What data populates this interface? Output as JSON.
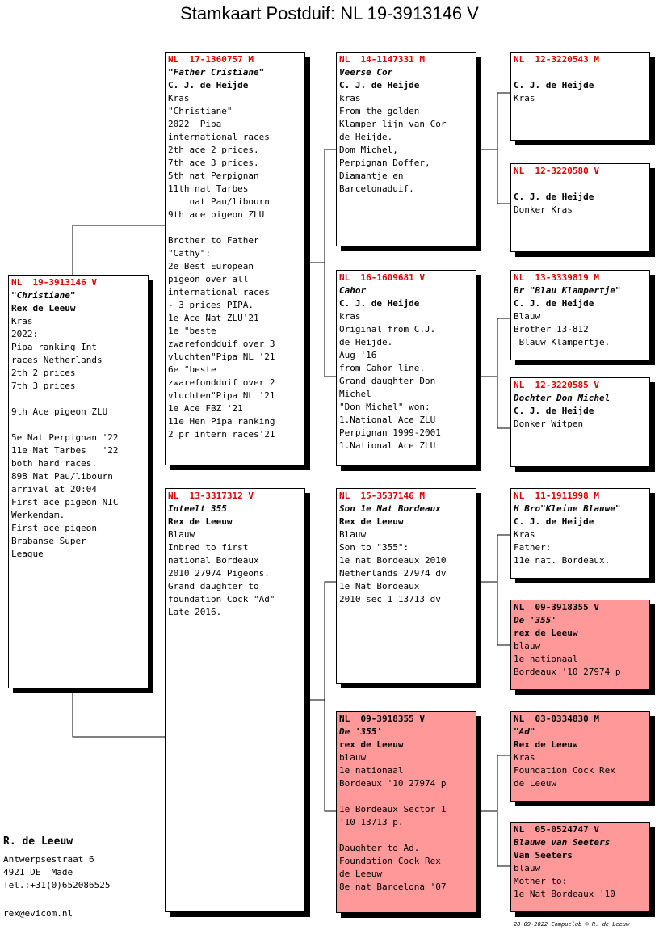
{
  "title": "Stamkaart Postduif: NL  19-3913146 V",
  "pigeons": [
    {
      "id": "p0",
      "ring": "NL  19-3913146 V",
      "name": "\"Christiane\"",
      "breeder": "Rex de Leeuw",
      "lines": [
        "Kras",
        "2022:",
        "Pipa ranking Int",
        "races Netherlands",
        "2th 2 prices",
        "7th 3 prices",
        "",
        "9th Ace pigeon ZLU",
        "",
        "5e Nat Perpignan '22",
        "11e Nat Tarbes   '22",
        "both hard races.",
        "898 Nat Pau/libourn",
        "arrival at 20:04",
        "First ace pigeon NIC",
        "Werkendam.",
        "First ace pigeon",
        "Brabanse Super",
        "League"
      ]
    },
    {
      "id": "p1",
      "ring": "NL  17-1360757 M",
      "name": "\"Father Cristiane\"",
      "breeder": "C. J. de Heijde",
      "lines": [
        "Kras",
        "\"Christiane\"",
        "2022  Pipa",
        "international races",
        "2th ace 2 prices.",
        "7th ace 3 prices.",
        "5th nat Perpignan",
        "11th nat Tarbes",
        "    nat Pau/libourn",
        "9th ace pigeon ZLU",
        "",
        "Brother to Father",
        "\"Cathy\":",
        "2e Best European",
        "pigeon over all",
        "international races",
        "- 3 prices PIPA.",
        "1e Ace Nat ZLU'21",
        "1e \"beste",
        "zwarefondduif over 3",
        "vluchten\"Pipa NL '21",
        "6e \"beste",
        "zwarefondduif over 2",
        "vluchten\"Pipa NL '21",
        "1e Ace FBZ '21",
        "11e Hen Pipa ranking",
        "2 pr intern races'21"
      ]
    },
    {
      "id": "p2",
      "ring": "NL  13-3317312 V",
      "name": "Inteelt 355",
      "breeder": "Rex de Leeuw",
      "lines": [
        "Blauw",
        "Inbred to first",
        "national Bordeaux",
        "2010 27974 Pigeons.",
        "Grand daughter to",
        "foundation Cock \"Ad\"",
        "Late 2016."
      ]
    },
    {
      "id": "p3",
      "ring": "NL  14-1147331 M",
      "name": "Veerse Cor",
      "breeder": "C. J. de Heijde",
      "lines": [
        "kras",
        "From the golden",
        "Klamper lijn van Cor",
        "de Heijde.",
        "Dom Michel,",
        "Perpignan Doffer,",
        "Diamantje en",
        "Barcelonaduif."
      ]
    },
    {
      "id": "p4",
      "ring": "NL  16-1609681 V",
      "name": "Cahor",
      "breeder": "C. J. de Heijde",
      "lines": [
        "kras",
        "Original from C.J.",
        "de Heijde.",
        "Aug '16",
        "from Cahor line.",
        "Grand daughter Don",
        "Michel",
        "\"Don Michel\" won:",
        "1.National Ace ZLU",
        "Perpignan 1999-2001",
        "1.National Ace ZLU"
      ]
    },
    {
      "id": "p5",
      "ring": "NL  15-3537146 M",
      "name": "Son 1e Nat Bordeaux",
      "breeder": "Rex de Leeuw",
      "lines": [
        "Blauw",
        "Son to \"355\":",
        "1e nat Bordeaux 2010",
        "Netherlands 27974 dv",
        "1e Nat Bordeaux",
        "2010 sec 1 13713 dv"
      ]
    },
    {
      "id": "p6",
      "ring": "NL  09-3918355 V",
      "name": "De '355'",
      "breeder": "rex de Leeuw",
      "lines": [
        "blauw",
        "1e nationaal",
        "Bordeaux '10 27974 p",
        "",
        "1e Bordeaux Sector 1",
        "'10 13713 p.",
        "",
        "Daughter to Ad.",
        "Foundation Cock Rex",
        "de Leeuw",
        "8e nat Barcelona '07"
      ]
    },
    {
      "id": "p7",
      "ring": "NL  12-3220543 M",
      "name": "",
      "breeder": "C. J. de Heijde",
      "lines": [
        "Kras"
      ]
    },
    {
      "id": "p8",
      "ring": "NL  12-3220580 V",
      "name": "",
      "breeder": "C. J. de Heijde",
      "lines": [
        "Donker Kras"
      ]
    },
    {
      "id": "p9",
      "ring": "NL  13-3339819 M",
      "name": "Br \"Blau Klampertje\"",
      "breeder": "C. J. de Heijde",
      "lines": [
        "Blauw",
        "Brother 13-812",
        " Blauw Klampertje."
      ]
    },
    {
      "id": "p10",
      "ring": "NL  12-3220585 V",
      "name": "Dochter Don Michel",
      "breeder": "C. J. de Heijde",
      "lines": [
        "Donker Witpen"
      ]
    },
    {
      "id": "p11",
      "ring": "NL  11-1911998 M",
      "name": "H Bro\"Kleine Blauwe\"",
      "breeder": "C. J. de Heijde",
      "lines": [
        "Kras",
        "Father:",
        "11e nat. Bordeaux."
      ]
    },
    {
      "id": "p12",
      "ring": "NL  09-3918355 V",
      "name": "De '355'",
      "breeder": "rex de Leeuw",
      "lines": [
        "blauw",
        "1e nationaal",
        "Bordeaux '10 27974 p"
      ]
    },
    {
      "id": "p13",
      "ring": "NL  03-0334830 M",
      "name": "\"Ad\"",
      "breeder": "Rex de Leeuw",
      "lines": [
        "Kras",
        "Foundation Cock Rex",
        "de Leeuw"
      ]
    },
    {
      "id": "p14",
      "ring": "NL  05-0524747 V",
      "name": "Blauwe van Seeters",
      "breeder": "Van Seeters",
      "lines": [
        "blauw",
        "Mother to:",
        "1e Nat Bordeaux '10"
      ]
    }
  ],
  "owner": {
    "name": "R. de Leeuw",
    "address": [
      "Antwerpsestraat 6",
      "4921 DE  Made",
      "Tel.:+31(0)652086525"
    ],
    "email": "rex@evicom.nl"
  },
  "footer": "28-09-2022   Compuclub © R. de Leeuw",
  "colors": {
    "ring_header": "#e00000",
    "highlight_background": "#ff9999"
  }
}
